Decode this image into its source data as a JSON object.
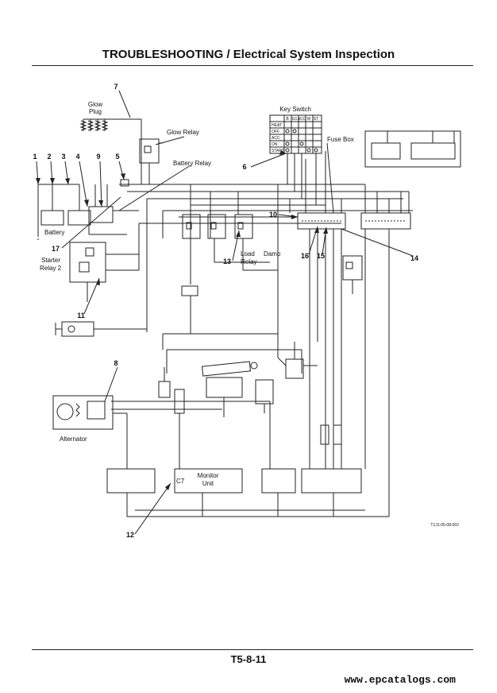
{
  "header": {
    "title": "TROUBLESHOOTING / Electrical System Inspection"
  },
  "footer": {
    "page_number": "T5-8-11",
    "watermark": "www.epcatalogs.com"
  },
  "labels": {
    "glow_plug_1": "Glow",
    "glow_plug_2": "Plug",
    "glow_relay": "Glow Relay",
    "key_switch": "Key Switch",
    "battery_relay": "Battery Relay",
    "fuse_box": "Fuse Box",
    "battery": "Battery",
    "starter_relay_1": "Starter",
    "starter_relay_2": "Relay 2",
    "load_relay_1": "Load",
    "load_relay_2": "Relay",
    "damp": "Damp",
    "alternator": "Alternator",
    "monitor_1": "Monitor",
    "monitor_2": "Unit",
    "c7": "C7",
    "figure_code": "T1J1-05-08-002"
  },
  "key_switch_cols": [
    "B",
    "G1",
    "ACC",
    "M",
    "ST"
  ],
  "key_switch_rows": [
    "HEAT",
    "OFF",
    "ACC",
    "ON",
    "START"
  ],
  "callouts": [
    "1",
    "2",
    "3",
    "4",
    "9",
    "5",
    "7",
    "6",
    "10",
    "17",
    "13",
    "16",
    "15",
    "14",
    "11",
    "8",
    "12"
  ]
}
